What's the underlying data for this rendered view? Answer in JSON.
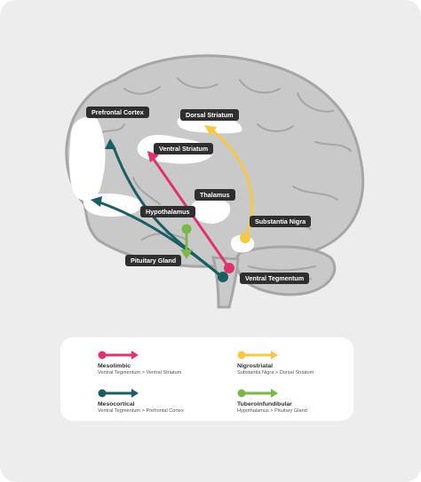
{
  "labels": {
    "prefrontal_cortex": "Prefrontal Cortex",
    "dorsal_striatum": "Dorsal Striatum",
    "ventral_striatum": "Ventral Striatum",
    "thalamus": "Thalamus",
    "hypothalamus": "Hypothalamus",
    "substantia_nigra": "Substantia Nigra",
    "pituitary_gland": "Pituitary Gland",
    "ventral_tegmentum": "Ventral Tegmentum"
  },
  "legend": {
    "mesolimbic": {
      "title": "Mesolimbic",
      "sub": "Ventral Tegmentum > Ventral Striatum",
      "color": "#e0336e"
    },
    "mesocortical": {
      "title": "Mesocortical",
      "sub": "Ventral Tegmentum > Prefrontal Cortex",
      "color": "#1a5e63"
    },
    "nigrostriatal": {
      "title": "Nigrostriatal",
      "sub": "Substantia Nigra > Dorsal Striatum",
      "color": "#f6c844"
    },
    "tuberoinfundibular": {
      "title": "Tuberoinfundibular",
      "sub": "Hypothalamus > Pituitary Gland",
      "color": "#7ab648"
    }
  }
}
